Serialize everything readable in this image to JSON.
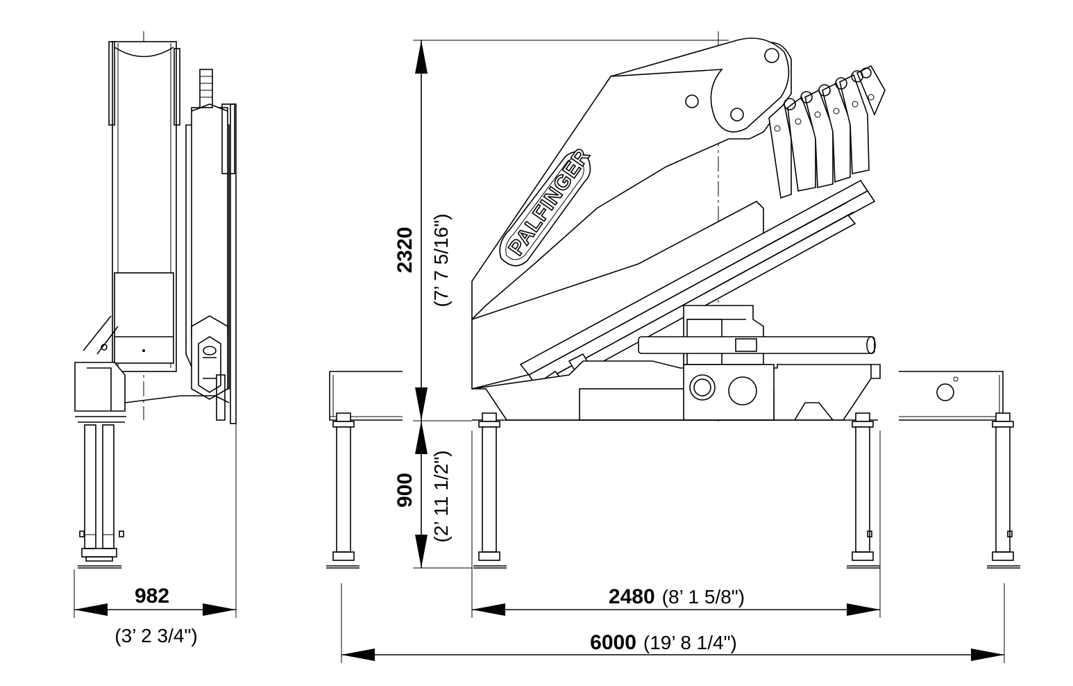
{
  "logo": {
    "text": "PALFINGER"
  },
  "dimensions": {
    "side_width": {
      "value": "982",
      "imperial": "(3’ 2 3/4\")"
    },
    "height_total": {
      "value": "2320",
      "imperial": "(7’ 7 5/16\")"
    },
    "height_base": {
      "value": "900",
      "imperial": "(2’ 11 1/2\")"
    },
    "base_width": {
      "value": "2480",
      "imperial": "(8’ 1 5/8\")"
    },
    "outrigger_span": {
      "value": "6000",
      "imperial": "(19’ 8 1/4\")"
    }
  }
}
